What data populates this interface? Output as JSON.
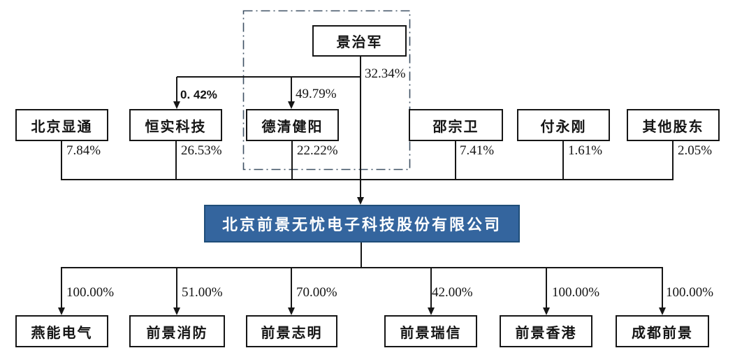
{
  "diagram": {
    "title_hint": "equity-structure-chart",
    "root": {
      "name": "景治军",
      "pct": "32.34%"
    },
    "root_holdings": [
      {
        "target": "恒实科技",
        "pct": "0. 42%"
      },
      {
        "target": "德清健阳",
        "pct": "49.79%"
      }
    ],
    "shareholders": [
      {
        "name": "北京显通",
        "pct": "7.84%"
      },
      {
        "name": "恒实科技",
        "pct": "26.53%"
      },
      {
        "name": "德清健阳",
        "pct": "22.22%"
      },
      {
        "name": "邵宗卫",
        "pct": "7.41%"
      },
      {
        "name": "付永刚",
        "pct": "1.61%"
      },
      {
        "name": "其他股东",
        "pct": "2.05%"
      }
    ],
    "company": {
      "name": "北京前景无忧电子科技股份有限公司"
    },
    "subsidiaries": [
      {
        "name": "燕能电气",
        "pct": "100.00%"
      },
      {
        "name": "前景消防",
        "pct": "51.00%"
      },
      {
        "name": "前景志明",
        "pct": "70.00%"
      },
      {
        "name": "前景瑞信",
        "pct": "42.00%"
      },
      {
        "name": "前景香港",
        "pct": "100.00%"
      },
      {
        "name": "成都前景",
        "pct": "100.00%"
      }
    ],
    "colors": {
      "company_fill": "#34659E",
      "company_border": "#1F4E79",
      "line": "#161616",
      "dash_outline": "#3E5063"
    }
  }
}
